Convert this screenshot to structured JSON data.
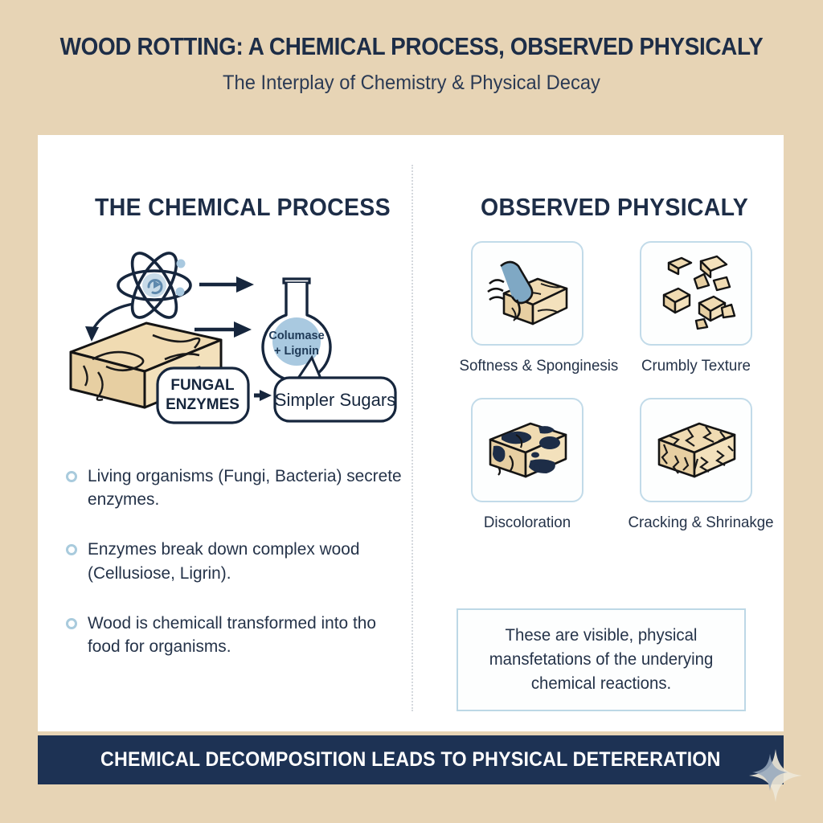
{
  "header": {
    "title": "WOOD ROTTING:  A CHEMICAL PROCESS, OBSERVED PHYSICALY",
    "subtitle": "The Interplay of Chemistry & Physical Decay"
  },
  "colors": {
    "background": "#e7d4b5",
    "card": "#ffffff",
    "ink": "#1d2d47",
    "accent_blue": "#a9cbdd",
    "banner": "#1d3254",
    "wood": "#efd9b0",
    "liquid": "#a9c9e0"
  },
  "left_column": {
    "heading": "THE CHEMICAL PROCESS",
    "diagram": {
      "atom_label": "atom-icon",
      "wood_label": "wood-block-icon",
      "flask_text_line1": "Columase",
      "flask_text_line2": "+ Lignin",
      "callout_enzymes_line1": "FUNGAL",
      "callout_enzymes_line2": "ENZYMES",
      "callout_sugars": "Simpler Sugars"
    },
    "bullets": [
      "Living organisms (Fungi, Bacteria) secrete enzymes.",
      "Enzymes break down complex wood (Cellusiose, Ligrin).",
      "Wood is chemicall transformed into tho food for organisms."
    ]
  },
  "right_column": {
    "heading": "OBSERVED PHYSICALY",
    "cards": [
      {
        "icon": "finger-poking-wood-icon",
        "label": "Softness & Sponginesis"
      },
      {
        "icon": "crumbling-wood-pieces-icon",
        "label": "Crumbly Texture"
      },
      {
        "icon": "discolored-wood-block-icon",
        "label": "Discoloration"
      },
      {
        "icon": "cracked-wood-block-icon",
        "label": "Cracking & Shrinakge"
      }
    ],
    "note": "These are visible, physical mansfetations of the underying chemical reactions."
  },
  "banner": {
    "text": "CHEMICAL DECOMPOSITION LEADS TO PHYSICAL DETERERATION"
  }
}
